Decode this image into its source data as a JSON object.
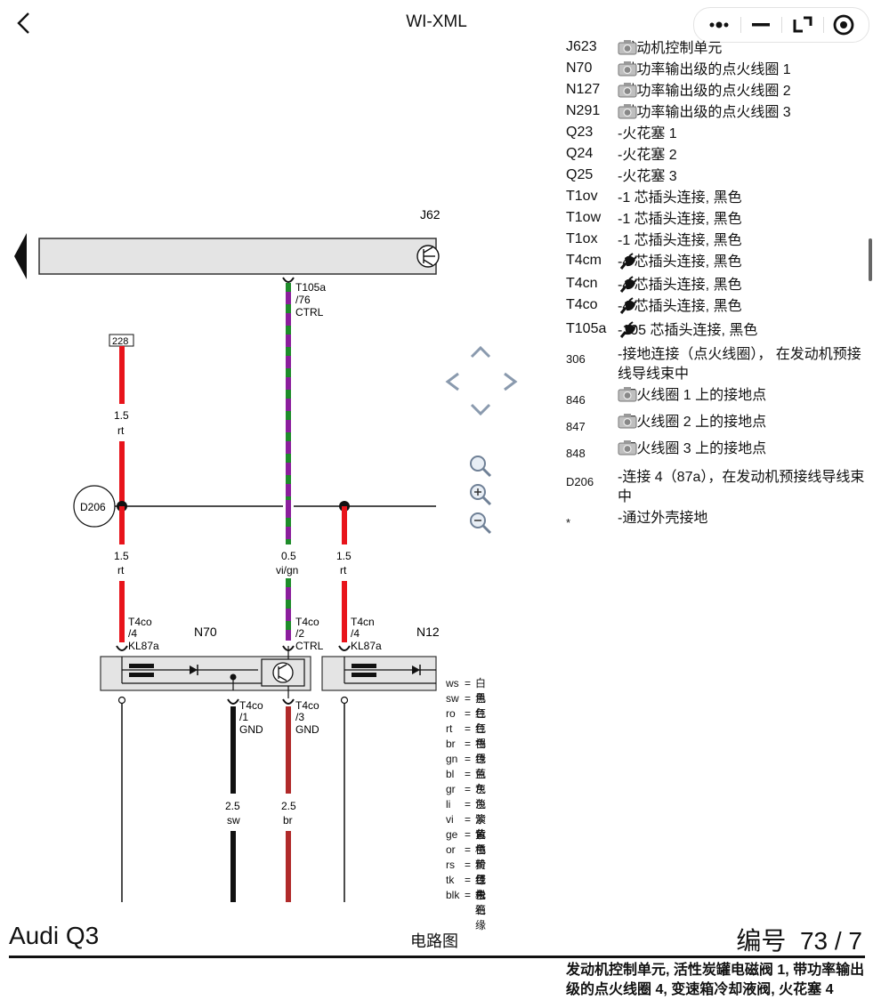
{
  "header": {
    "title": "WI-XML"
  },
  "diagram": {
    "component_labels": {
      "ecu_top": "J62",
      "coil1": "N70",
      "coil2": "N12"
    },
    "ground_marker": "D206",
    "wire_box_label": "228",
    "wire_labels": {
      "left_top_size": "1.5",
      "left_top_color": "rt",
      "left_bot_size": "1.5",
      "left_bot_color": "rt",
      "mid_size": "0.5",
      "mid_color": "vi/gn",
      "right_size": "1.5",
      "right_color": "rt",
      "gnd_size": "2.5",
      "gnd_color": "sw",
      "br_size": "2.5",
      "br_color": "br"
    },
    "connectors": {
      "t105a": [
        "T105a",
        "/76",
        "CTRL"
      ],
      "t4co_4": [
        "T4co",
        "/4",
        "KL87a"
      ],
      "t4co_2": [
        "T4co",
        "/2",
        "CTRL"
      ],
      "t4cn_4": [
        "T4cn",
        "/4",
        "KL87a"
      ],
      "t4co_1": [
        "T4co",
        "/1",
        "GND"
      ],
      "t4co_3": [
        "T4co",
        "/3",
        "GND"
      ]
    }
  },
  "legend": [
    {
      "code": "J623",
      "desc": "-发动机控制单元",
      "icon": "camera-icon"
    },
    {
      "code": "N70",
      "desc": "-带功率输出级的点火线圈 1",
      "icon": "camera-icon"
    },
    {
      "code": "N127",
      "desc": "-带功率输出级的点火线圈 2",
      "icon": "camera-icon"
    },
    {
      "code": "N291",
      "desc": "-带功率输出级的点火线圈 3",
      "icon": "camera-icon"
    },
    {
      "code": "Q23",
      "desc": "-火花塞 1",
      "icon": ""
    },
    {
      "code": "Q24",
      "desc": "-火花塞 2",
      "icon": ""
    },
    {
      "code": "Q25",
      "desc": "-火花塞 3",
      "icon": ""
    },
    {
      "code": "T1ov",
      "desc": "-1 芯插头连接, 黑色",
      "icon": ""
    },
    {
      "code": "T1ow",
      "desc": "-1 芯插头连接, 黑色",
      "icon": ""
    },
    {
      "code": "T1ox",
      "desc": "-1 芯插头连接, 黑色",
      "icon": ""
    },
    {
      "code": "T4cm",
      "desc": "-4 芯插头连接, 黑色",
      "icon": "plug-icon"
    },
    {
      "code": "T4cn",
      "desc": "-4 芯插头连接, 黑色",
      "icon": "plug-icon"
    },
    {
      "code": "T4co",
      "desc": "-4 芯插头连接, 黑色",
      "icon": "plug-icon"
    },
    {
      "code": "T105a",
      "desc": "-105 芯插头连接, 黑色",
      "icon": "plug-icon"
    },
    {
      "code": "306",
      "desc": "-接地连接（点火线圈）， 在发动机预接线导线束中",
      "icon": ""
    },
    {
      "code": "846",
      "desc": "-点火线圈 1 上的接地点",
      "icon": "camera-icon"
    },
    {
      "code": "847",
      "desc": "-点火线圈 2 上的接地点",
      "icon": "camera-icon"
    },
    {
      "code": "848",
      "desc": "-点火线圈 3 上的接地点",
      "icon": "camera-icon"
    },
    {
      "code": "D206",
      "desc": "-连接 4（87a），在发动机预接线导线束中",
      "icon": ""
    },
    {
      "code": "*",
      "desc": "-通过外壳接地",
      "icon": ""
    }
  ],
  "color_codes": [
    {
      "abbr": "ws",
      "name": "白色"
    },
    {
      "abbr": "sw",
      "name": "黑色"
    },
    {
      "abbr": "ro",
      "name": "红色"
    },
    {
      "abbr": "rt",
      "name": "红色"
    },
    {
      "abbr": "br",
      "name": "褐色"
    },
    {
      "abbr": "gn",
      "name": "绿色"
    },
    {
      "abbr": "bl",
      "name": "蓝色"
    },
    {
      "abbr": "gr",
      "name": "灰色"
    },
    {
      "abbr": "li",
      "name": "淡紫色"
    },
    {
      "abbr": "vi",
      "name": "淡紫色"
    },
    {
      "abbr": "ge",
      "name": "黄色"
    },
    {
      "abbr": "or",
      "name": "橘黄色"
    },
    {
      "abbr": "rs",
      "name": "粉红色"
    },
    {
      "abbr": "tk",
      "name": "绿松石"
    },
    {
      "abbr": "blk",
      "name": "未绝缘"
    }
  ],
  "footer": {
    "model": "Audi Q3",
    "type": "电路图",
    "page_label": "编号",
    "page_number": "73 / 7",
    "description": "发动机控制单元, 活性炭罐电磁阀 1, 带功率输出级的点火线圈 4, 变速箱冷却液阀, 火花塞 4"
  },
  "colors": {
    "red": "#e8141b",
    "black": "#111111",
    "brown": "#b02a2a",
    "violet": "#8b1e9c",
    "green": "#1e8c2a",
    "box_fill": "#e4e4e4"
  }
}
